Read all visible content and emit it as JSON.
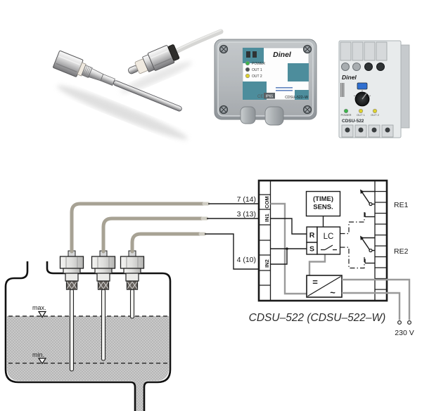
{
  "products": {
    "junction_box": {
      "brand": "Dinel",
      "model": "CDSU–522–W",
      "ce_mark": "CE",
      "ip_rating": "IP65",
      "leds": [
        {
          "label": "POWER",
          "color": "#3cb54b"
        },
        {
          "label": "OUT 1",
          "color": "#4b4f52"
        },
        {
          "label": "OUT 2",
          "color": "#ddd02b"
        }
      ]
    },
    "din_module": {
      "brand": "Dinel",
      "model": "CDSU-522",
      "leds": [
        {
          "label": "POWER",
          "color": "#3cb54b"
        },
        {
          "label": "OUT 1",
          "color": "#ddd02b"
        },
        {
          "label": "OUT 2",
          "color": "#ddd02b"
        }
      ]
    }
  },
  "diagram": {
    "pins": {
      "com": "7 (14)",
      "in1": "3 (13)",
      "in2": "4 (10)"
    },
    "terminals": {
      "com": "COM",
      "in1": "IN1",
      "in2": "IN2"
    },
    "blocks": {
      "time_line1": "(TIME)",
      "time_line2": "SENS.",
      "reset": "R",
      "set": "S",
      "logic": "LC",
      "equals": "=",
      "tilde": "~"
    },
    "relays": {
      "re1": "RE1",
      "re2": "RE2"
    },
    "caption": "CDSU–522 (CDSU–522–W)",
    "voltage": "230 V",
    "tank": {
      "max": "max.",
      "min": "min."
    }
  },
  "colors": {
    "cable": "#a7a294",
    "wire": "#9a9a9a",
    "teal": "#4d8d9c",
    "brand_blue": "#1d4fa0",
    "liquid_base": "#c9c9c9",
    "liquid_dot": "#9b9b9b"
  }
}
